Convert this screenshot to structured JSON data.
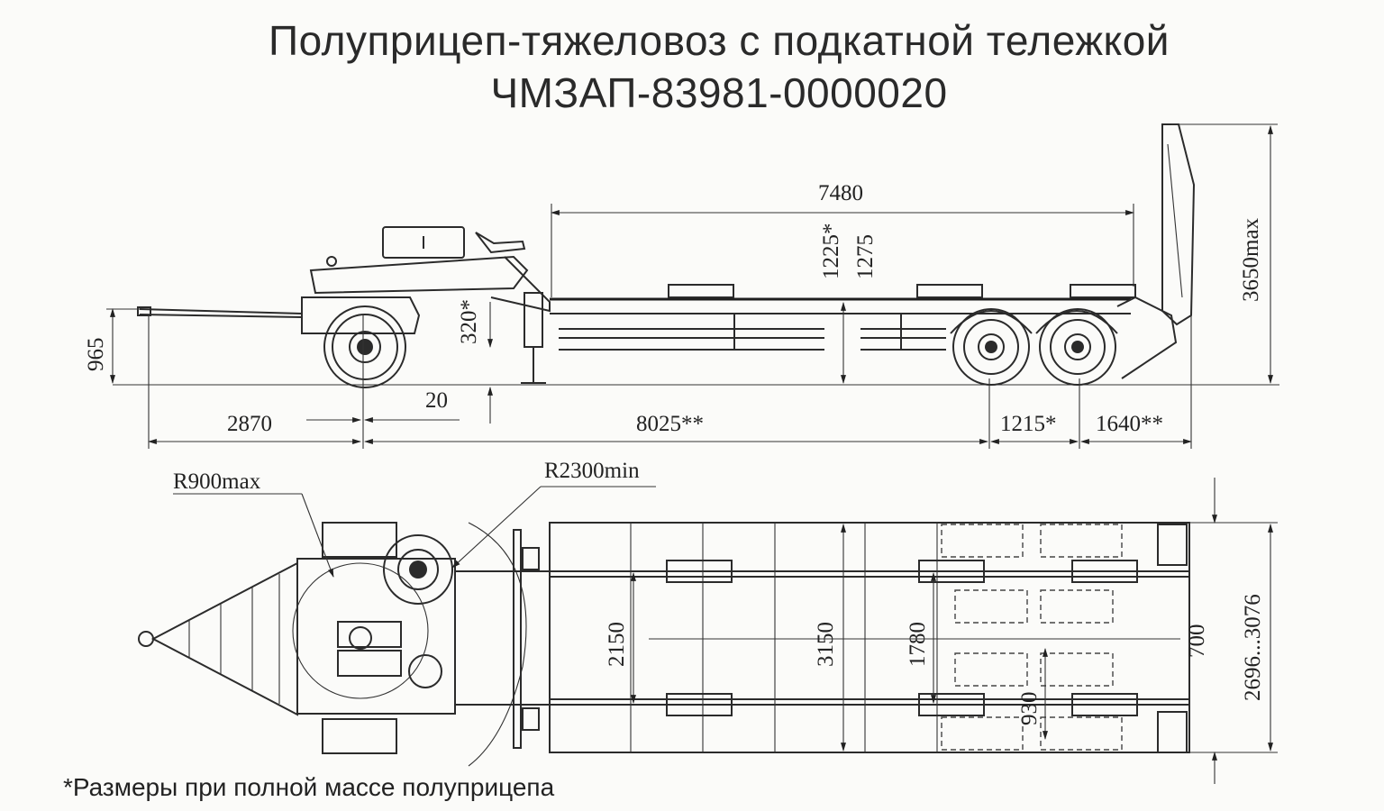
{
  "title": {
    "line1": "Полуприцеп-тяжеловоз с подкатной тележкой",
    "line2": "ЧМЗАП-83981-0000020"
  },
  "footnote": "*Размеры при полной массе полуприцепа",
  "side_view": {
    "dims": {
      "platform_length": "7480",
      "deck_height_loaded": "1225*",
      "deck_height": "1275",
      "overall_height": "3650max",
      "hitch_height": "965",
      "dolly_gap": "320*",
      "offset": "20",
      "dolly_length": "2870",
      "wheelbase": "8025**",
      "axle_spacing": "1215*",
      "rear_overhang": "1640**"
    }
  },
  "top_view": {
    "dims": {
      "dolly_radius": "R900max",
      "turn_radius": "R2300min",
      "frame_width": "2150",
      "platform_width": "3150",
      "inner_width": "1780",
      "ramp_gap": "930",
      "ramp_width": "700",
      "ramp_span": "2696...3076"
    }
  }
}
